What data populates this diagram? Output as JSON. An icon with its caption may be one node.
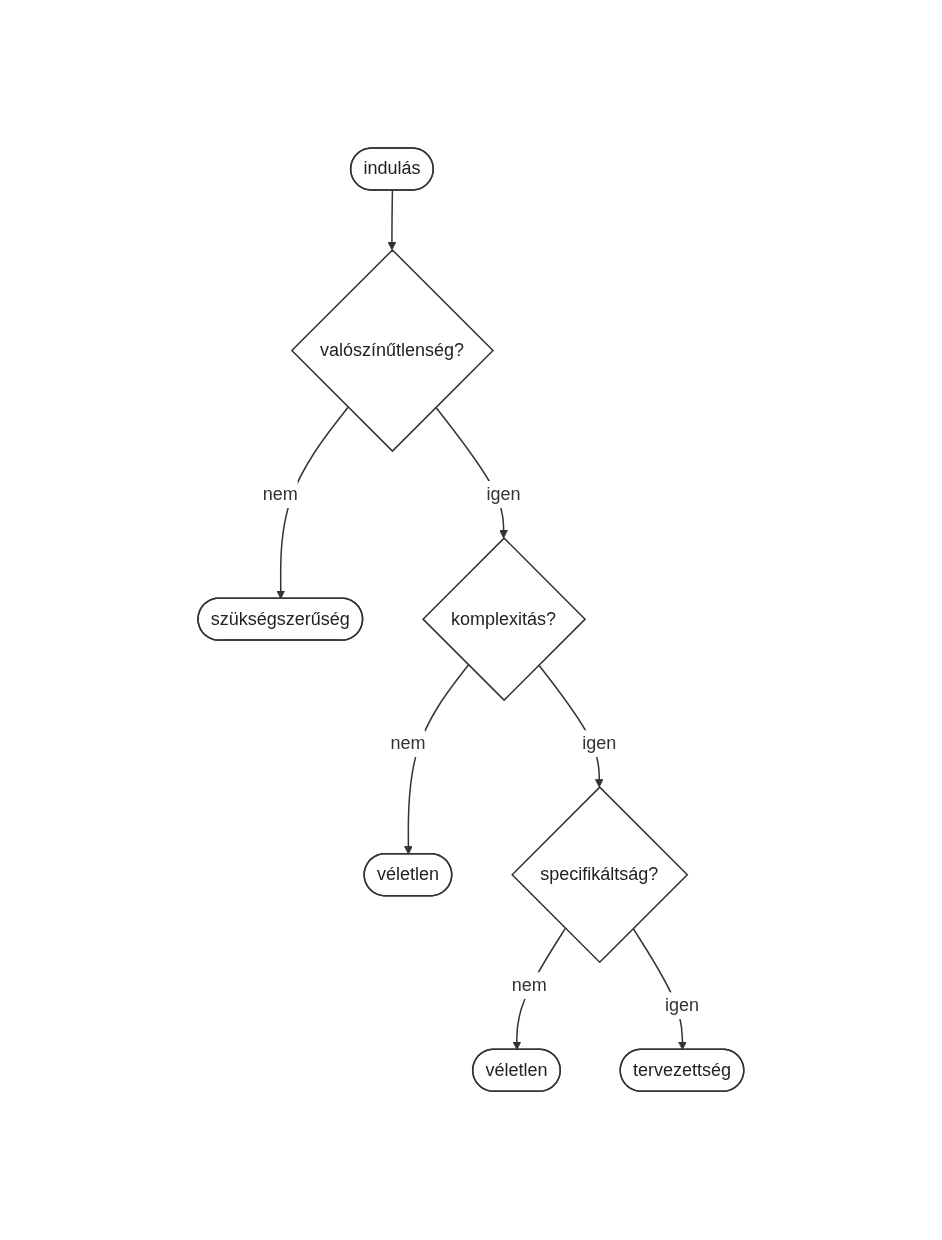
{
  "diagram": {
    "nodes": [
      {
        "text": [
          "indulás"
        ]
      },
      {
        "text": [
          "valószínűtlenség?"
        ]
      },
      {
        "text": [
          "szükségszerűség"
        ]
      },
      {
        "text": [
          "komplexitás?"
        ]
      },
      {
        "text": [
          "véletlen"
        ]
      },
      {
        "text": [
          "specifikáltság?"
        ]
      },
      {
        "text": [
          "véletlen"
        ]
      },
      {
        "text": [
          "tervezettség"
        ]
      }
    ],
    "edges": [
      {
        "from": 0,
        "to": 1,
        "arrow": "to"
      },
      {
        "from": 1,
        "to": 2,
        "arrow": "to",
        "label": "nem"
      },
      {
        "from": 1,
        "to": 3,
        "arrow": "to",
        "label": "igen"
      },
      {
        "from": 3,
        "to": 4,
        "arrow": "to",
        "label": "nem"
      },
      {
        "from": 3,
        "to": 5,
        "arrow": "to",
        "label": "igen"
      },
      {
        "from": 5,
        "to": 6,
        "arrow": "to",
        "label": "nem"
      },
      {
        "from": 5,
        "to": 7,
        "arrow": "to",
        "label": "igen"
      }
    ]
  }
}
